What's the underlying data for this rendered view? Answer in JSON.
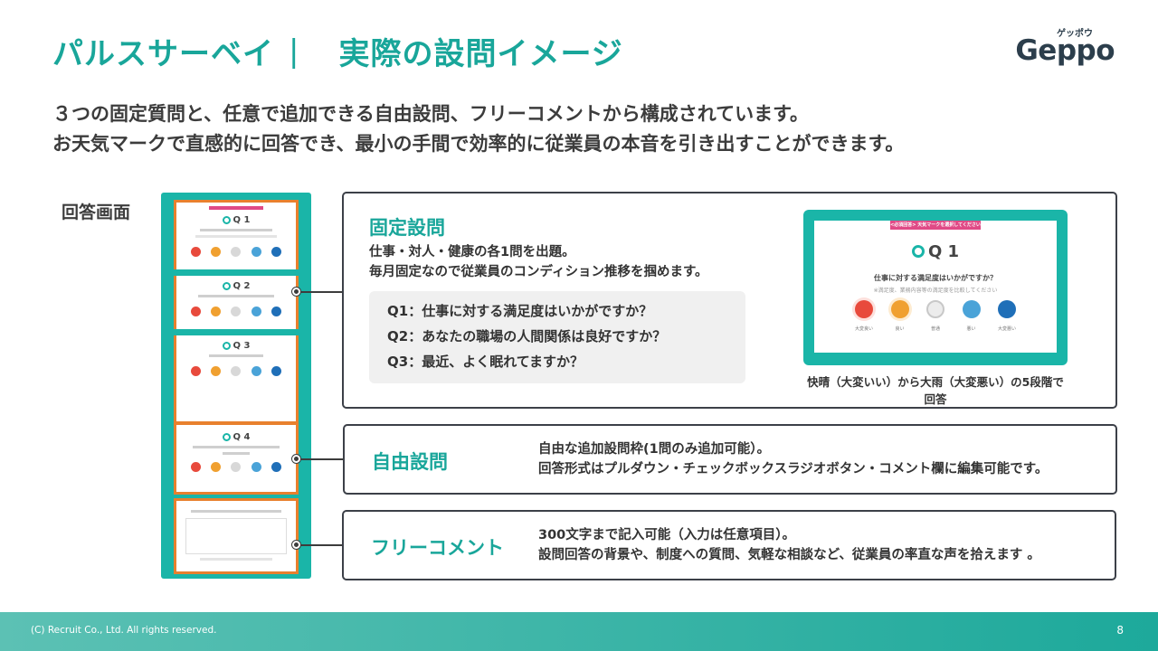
{
  "header": {
    "title_left": "パルスサーベイ",
    "title_sep": "|",
    "title_right": "実際の設問イメージ",
    "logo_kana": "ゲッポウ",
    "logo_word": "Geppo"
  },
  "intro": {
    "line1": "３つの固定質問と、任意で追加できる自由設問、フリーコメントから構成されています。",
    "line2": "お天気マークで直感的に回答でき、最小の手間で効率的に従業員の本音を引き出すことができます。"
  },
  "screen_label": "回答画面",
  "phone": {
    "q1": "1",
    "q2": "2",
    "q3": "3",
    "q4": "4"
  },
  "fixed": {
    "heading": "固定設問",
    "text1": "仕事・対人・健康の各1問を出題。",
    "text2": "毎月固定なので従業員のコンディション推移を掴めます。",
    "questions": [
      "Q1：仕事に対する満足度はいかがですか？",
      "Q2：あなたの職場の人間関係は良好ですか？",
      "Q3：最近、よく眠れてますか？"
    ],
    "caption": "快晴（大変いい）から大雨（大変悪い）の5段階で回答"
  },
  "sample": {
    "banner": "<必須回答> 天気マークを選択してください",
    "q": "1",
    "question": "仕事に対する満足度はいかがですか？",
    "sub": "※満足度、業務内容等の満足度を比較してください",
    "labels": [
      "大変良い",
      "良い",
      "普通",
      "悪い",
      "大変悪い"
    ]
  },
  "free_question": {
    "heading": "自由設問",
    "text1": "自由な追加設問枠(1問のみ追加可能）。",
    "text2": "回答形式はプルダウン・チェックボックスラジオボタン・コメント欄に編集可能です。"
  },
  "free_comment": {
    "heading": "フリーコメント",
    "text1": "300文字まで記入可能（入力は任意項目）。",
    "text2": "設問回答の背景や、制度への質問、気軽な相談など、従業員の率直な声を拾えます 。"
  },
  "footer": {
    "copyright": "(C) Recruit Co., Ltd. All rights reserved.",
    "page": "8"
  },
  "colors": {
    "teal": "#19a69a",
    "orange": "#e8802e",
    "pink": "#e04a86",
    "sunny": "#e84a3c",
    "fair": "#f0a030",
    "cloudy": "#d8d8d8",
    "rainy": "#4aa3d8",
    "storm": "#1f6fb8"
  }
}
